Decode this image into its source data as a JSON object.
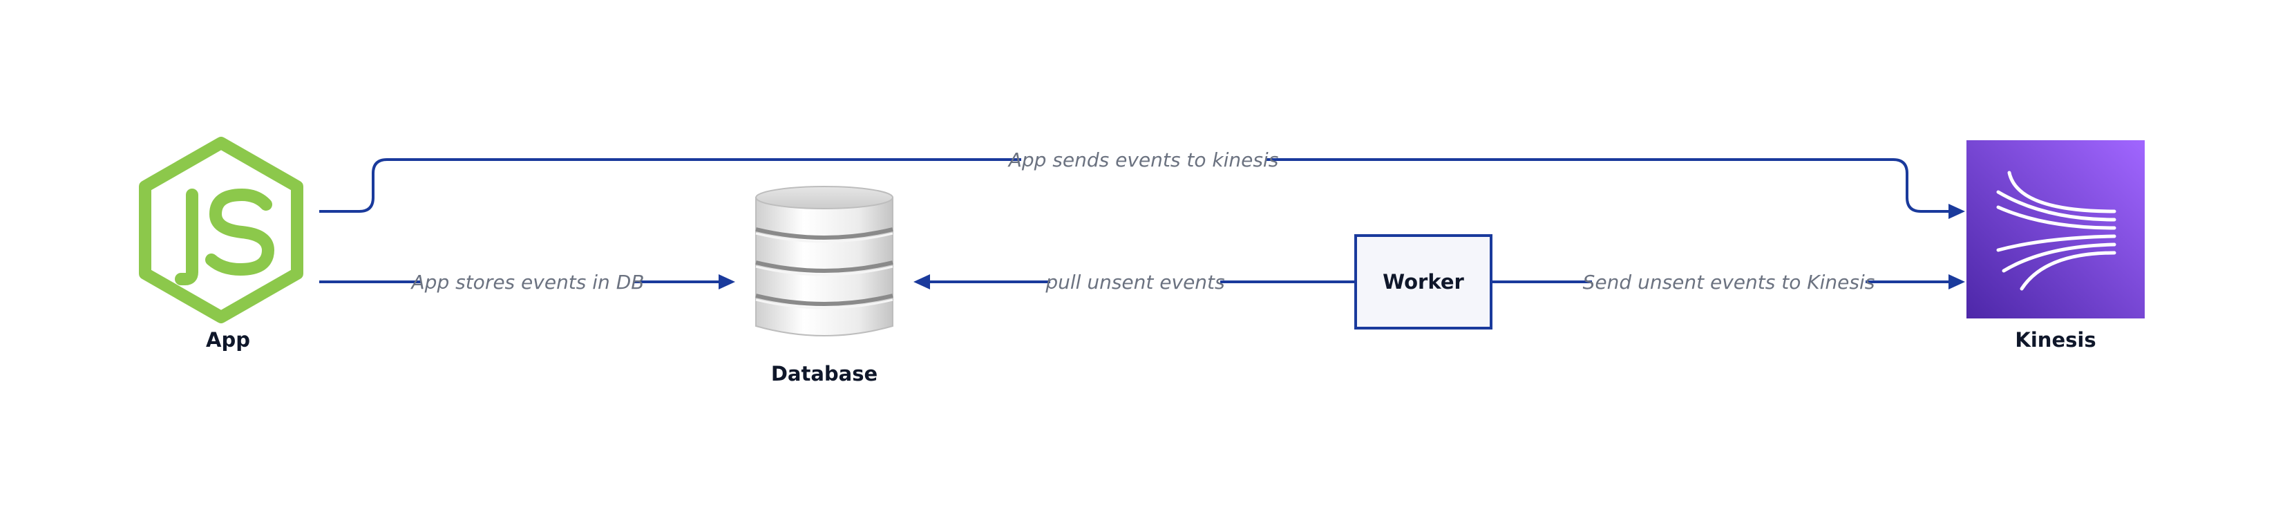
{
  "diagram": {
    "nodes": {
      "app": {
        "label": "App",
        "icon": "nodejs-icon"
      },
      "database": {
        "label": "Database",
        "icon": "database-icon"
      },
      "worker": {
        "label": "Worker"
      },
      "kinesis": {
        "label": "Kinesis",
        "icon": "aws-kinesis-icon"
      }
    },
    "edges": {
      "app_to_kinesis": {
        "label": "App sends events to kinesis",
        "from": "App",
        "to": "Kinesis"
      },
      "app_to_database": {
        "label": "App stores events in DB",
        "from": "App",
        "to": "Database"
      },
      "worker_to_database": {
        "label": "pull unsent events",
        "from": "Worker",
        "to": "Database"
      },
      "worker_to_kinesis": {
        "label": "Send unsent events to Kinesis",
        "from": "Worker",
        "to": "Kinesis"
      }
    }
  },
  "colors": {
    "edge": "#1a3a9c",
    "nodejs_green": "#8cc84b",
    "kinesis_purple_dark": "#4d27a8",
    "kinesis_purple_light": "#a166ff",
    "worker_fill": "#f5f6fb"
  }
}
